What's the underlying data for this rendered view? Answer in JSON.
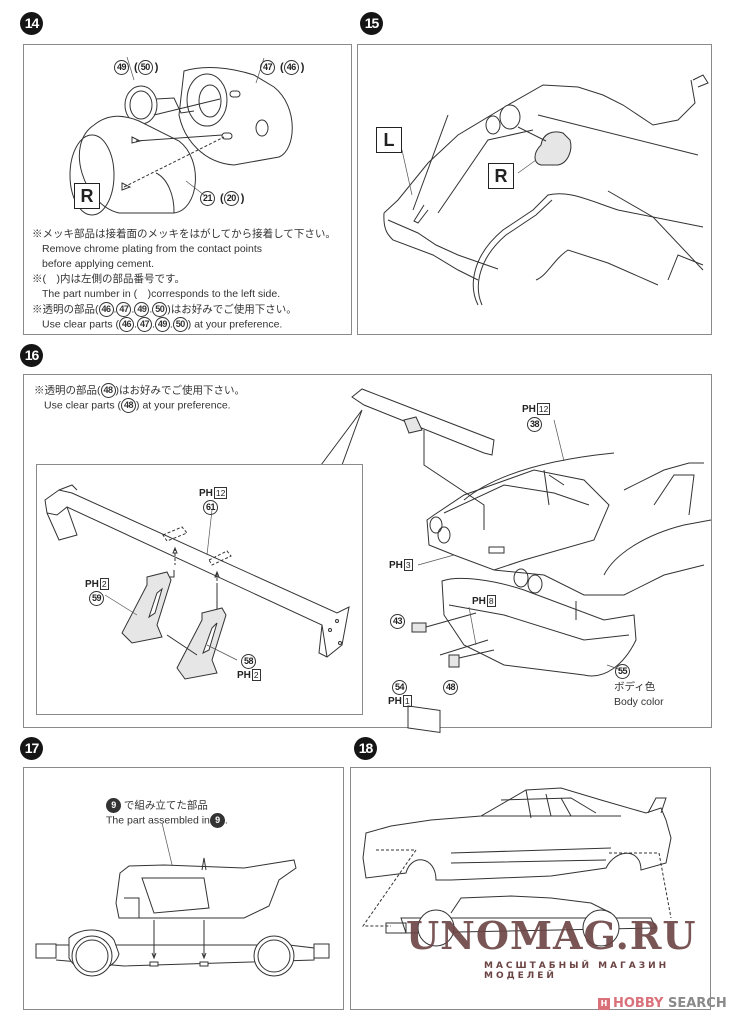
{
  "document": {
    "type": "assembly-instructions"
  },
  "steps": [
    {
      "number": "14",
      "side_label": "R",
      "part_labels": [
        {
          "part": "49",
          "alt": "50"
        },
        {
          "part": "47",
          "alt": "46"
        },
        {
          "part": "21",
          "alt": "20"
        }
      ],
      "notes": [
        {
          "ja": "※メッキ部品は接着面のメッキをはがしてから接着して下さい。",
          "en_lines": [
            "Remove chrome plating from the contact points",
            "before applying cement."
          ]
        },
        {
          "ja": "※(　)内は左側の部品番号です。",
          "en_lines": [
            "The part number in (　)corresponds to the left side."
          ]
        },
        {
          "ja_prefix": "※透明の部品(",
          "ja_parts": [
            "46",
            "47",
            "49",
            "50"
          ],
          "ja_suffix": ")はお好みでご使用下さい。",
          "en_prefix": "Use clear parts (",
          "en_parts": [
            "46",
            "47",
            "49",
            "50"
          ],
          "en_suffix": ") at your preference."
        }
      ]
    },
    {
      "number": "15",
      "labels": [
        "L",
        "R"
      ]
    },
    {
      "number": "16",
      "note": {
        "ja_prefix": "※透明の部品(",
        "ja_part": "48",
        "ja_suffix": ")はお好みでご使用下さい。",
        "en_prefix": "Use clear parts (",
        "en_part": "48",
        "en_suffix": ") at your preference."
      },
      "inset_parts": [
        {
          "part": "61",
          "paint": "PH",
          "paint_no": "12"
        },
        {
          "part": "59",
          "paint": "PH",
          "paint_no": "2"
        },
        {
          "part": "58",
          "paint": "PH",
          "paint_no": "2"
        }
      ],
      "main_parts": [
        {
          "part": "38",
          "paint": "PH",
          "paint_no": "12"
        },
        {
          "part": "",
          "paint": "PH",
          "paint_no": "3"
        },
        {
          "part": "",
          "paint": "PH",
          "paint_no": "8"
        },
        {
          "part": "43"
        },
        {
          "part": "54",
          "paint": "PH",
          "paint_no": "1"
        },
        {
          "part": "48"
        },
        {
          "part": "55",
          "color_ja": "ボディ色",
          "color_en": "Body color"
        }
      ]
    },
    {
      "number": "17",
      "callout_num": "9",
      "callout_ja": "で組み立てた部品",
      "callout_en": "The part assembled in"
    },
    {
      "number": "18"
    }
  ],
  "watermark": {
    "title": "UNOMAG.RU",
    "subtitle": "МАСШТАБНЫЙ МАГАЗИН МОДЕЛЕЙ"
  },
  "logo": {
    "mark": "H",
    "brand_a": "HOBBY",
    "brand_b": "SEARCH",
    "brand_colors": {
      "accent": "#d9707a",
      "secondary": "#8a8a8a"
    }
  }
}
